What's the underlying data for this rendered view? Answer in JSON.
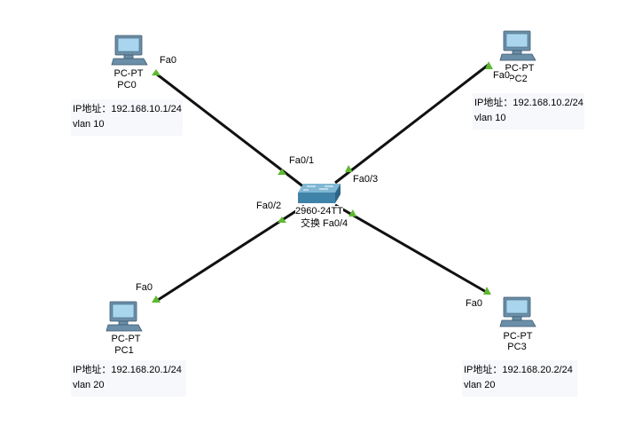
{
  "colors": {
    "link": "#111111",
    "port_dot": "#5fb832",
    "pc_body": "#6b8fa8",
    "pc_screen": "#a9d6ee",
    "switch_body": "#3f84a8",
    "note_bg": "#f6f8fb"
  },
  "switch": {
    "model": "2960-24TT",
    "name": "交换",
    "icon": "switch-icon"
  },
  "pcs": [
    {
      "id": "pc0",
      "model": "PC-PT",
      "name": "PC0",
      "port": "Fa0",
      "switch_port": "Fa0/1",
      "ip": "IP地址：192.168.10.1/24",
      "vlan": "vlan 10",
      "icon": "pc-icon"
    },
    {
      "id": "pc2",
      "model": "PC-PT",
      "name": "PC2",
      "port": "Fa0",
      "switch_port": "Fa0/3",
      "ip": "IP地址：192.168.10.2/24",
      "vlan": "vlan 10",
      "icon": "pc-icon"
    },
    {
      "id": "pc1",
      "model": "PC-PT",
      "name": "PC1",
      "port": "Fa0",
      "switch_port": "Fa0/2",
      "ip": "IP地址：192.168.20.1/24",
      "vlan": "vlan 20",
      "icon": "pc-icon"
    },
    {
      "id": "pc3",
      "model": "PC-PT",
      "name": "PC3",
      "port": "Fa0",
      "switch_port": "Fa0/4",
      "ip": "IP地址：192.168.20.2/24",
      "vlan": "vlan 20",
      "icon": "pc-icon"
    }
  ]
}
